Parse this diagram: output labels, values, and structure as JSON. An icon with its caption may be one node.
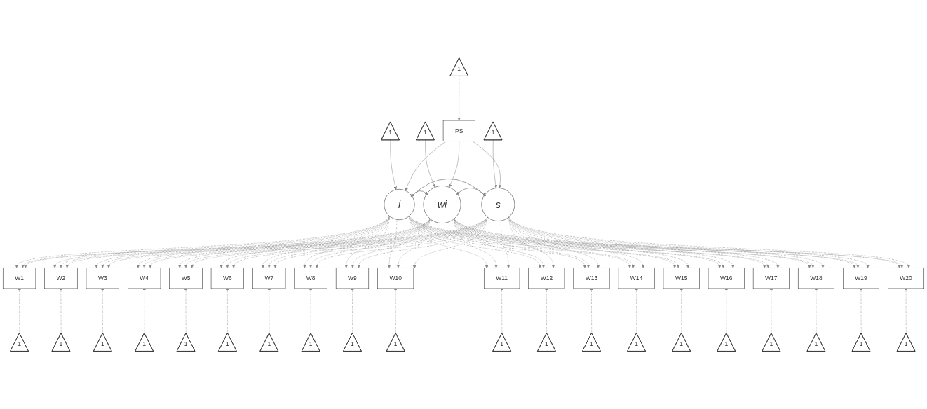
{
  "diagram": {
    "nodes": [
      {
        "text": [
          "1"
        ]
      },
      {
        "text": [
          "PS"
        ]
      },
      {
        "text": [
          "1"
        ]
      },
      {
        "text": [
          "i"
        ]
      },
      {
        "text": [
          "wi"
        ]
      },
      {
        "text": [
          "1"
        ]
      },
      {
        "text": [
          "s"
        ]
      },
      {
        "text": [
          "1"
        ]
      },
      {
        "text": [
          "W1"
        ]
      },
      {
        "text": [
          "W2"
        ]
      },
      {
        "text": [
          "W3"
        ]
      },
      {
        "text": [
          "W4"
        ]
      },
      {
        "text": [
          "W5"
        ]
      },
      {
        "text": [
          "W6"
        ]
      },
      {
        "text": [
          "W7"
        ]
      },
      {
        "text": [
          "W8"
        ]
      },
      {
        "text": [
          "W9"
        ]
      },
      {
        "text": [
          "W10"
        ]
      },
      {
        "text": [
          "W11"
        ]
      },
      {
        "text": [
          "W12"
        ]
      },
      {
        "text": [
          "W13"
        ]
      },
      {
        "text": [
          "W14"
        ]
      },
      {
        "text": [
          "W15"
        ]
      },
      {
        "text": [
          "W16"
        ]
      },
      {
        "text": [
          "W17"
        ]
      },
      {
        "text": [
          "W18"
        ]
      },
      {
        "text": [
          "W19"
        ]
      },
      {
        "text": [
          "W20"
        ]
      },
      {
        "text": [
          "1"
        ]
      },
      {
        "text": [
          "1"
        ]
      },
      {
        "text": [
          "1"
        ]
      },
      {
        "text": [
          "1"
        ]
      },
      {
        "text": [
          "1"
        ]
      },
      {
        "text": [
          "1"
        ]
      },
      {
        "text": [
          "1"
        ]
      },
      {
        "text": [
          "1"
        ]
      },
      {
        "text": [
          "1"
        ]
      },
      {
        "text": [
          "1"
        ]
      },
      {
        "text": [
          "1"
        ]
      },
      {
        "text": [
          "1"
        ]
      },
      {
        "text": [
          "1"
        ]
      },
      {
        "text": [
          "1"
        ]
      },
      {
        "text": [
          "1"
        ]
      },
      {
        "text": [
          "1"
        ]
      },
      {
        "text": [
          "1"
        ]
      },
      {
        "text": [
          "1"
        ]
      },
      {
        "text": [
          "1"
        ]
      },
      {
        "text": [
          "1"
        ]
      }
    ],
    "edges": [
      {
        "from": 0,
        "to": 1,
        "arrow": "to",
        "style": "dashed"
      },
      {
        "from": 2,
        "to": 3,
        "arrow": "to"
      },
      {
        "from": 5,
        "to": 4,
        "arrow": "to"
      },
      {
        "from": 7,
        "to": 6,
        "arrow": "to"
      },
      {
        "from": 1,
        "to": 3,
        "arrow": "to"
      },
      {
        "from": 1,
        "to": 4,
        "arrow": "to"
      },
      {
        "from": 1,
        "to": 6,
        "arrow": "to"
      },
      {
        "from": 3,
        "to": 4,
        "arrow": "both"
      },
      {
        "from": 3,
        "to": 6,
        "arrow": "both"
      },
      {
        "from": 4,
        "to": 6,
        "arrow": "both"
      },
      {
        "from": 3,
        "to": 8,
        "arrow": "to",
        "style": "dashed"
      },
      {
        "from": 3,
        "to": 9,
        "arrow": "to",
        "style": "dashed"
      },
      {
        "from": 3,
        "to": 10,
        "arrow": "to",
        "style": "dashed"
      },
      {
        "from": 3,
        "to": 11,
        "arrow": "to",
        "style": "dashed"
      },
      {
        "from": 3,
        "to": 12,
        "arrow": "to",
        "style": "dashed"
      },
      {
        "from": 3,
        "to": 13,
        "arrow": "to",
        "style": "dashed"
      },
      {
        "from": 3,
        "to": 14,
        "arrow": "to",
        "style": "dashed"
      },
      {
        "from": 3,
        "to": 15,
        "arrow": "to",
        "style": "dashed"
      },
      {
        "from": 3,
        "to": 16,
        "arrow": "to",
        "style": "dashed"
      },
      {
        "from": 3,
        "to": 17,
        "arrow": "to",
        "style": "dashed"
      },
      {
        "from": 3,
        "to": 18,
        "arrow": "to",
        "style": "dashed"
      },
      {
        "from": 3,
        "to": 19,
        "arrow": "to",
        "style": "dashed"
      },
      {
        "from": 3,
        "to": 20,
        "arrow": "to",
        "style": "dashed"
      },
      {
        "from": 3,
        "to": 21,
        "arrow": "to",
        "style": "dashed"
      },
      {
        "from": 3,
        "to": 22,
        "arrow": "to",
        "style": "dashed"
      },
      {
        "from": 3,
        "to": 23,
        "arrow": "to",
        "style": "dashed"
      },
      {
        "from": 3,
        "to": 24,
        "arrow": "to",
        "style": "dashed"
      },
      {
        "from": 3,
        "to": 25,
        "arrow": "to",
        "style": "dashed"
      },
      {
        "from": 3,
        "to": 26,
        "arrow": "to",
        "style": "dashed"
      },
      {
        "from": 3,
        "to": 27,
        "arrow": "to",
        "style": "dashed"
      },
      {
        "from": 4,
        "to": 8,
        "arrow": "to",
        "style": "dashed"
      },
      {
        "from": 4,
        "to": 9,
        "arrow": "to",
        "style": "dashed"
      },
      {
        "from": 4,
        "to": 10,
        "arrow": "to",
        "style": "dashed"
      },
      {
        "from": 4,
        "to": 11,
        "arrow": "to",
        "style": "dashed"
      },
      {
        "from": 4,
        "to": 12,
        "arrow": "to",
        "style": "dashed"
      },
      {
        "from": 4,
        "to": 13,
        "arrow": "to",
        "style": "dashed"
      },
      {
        "from": 4,
        "to": 14,
        "arrow": "to",
        "style": "dashed"
      },
      {
        "from": 4,
        "to": 15,
        "arrow": "to",
        "style": "dashed"
      },
      {
        "from": 4,
        "to": 16,
        "arrow": "to",
        "style": "dashed"
      },
      {
        "from": 4,
        "to": 17,
        "arrow": "to",
        "style": "dashed"
      },
      {
        "from": 4,
        "to": 18,
        "arrow": "to",
        "style": "dashed"
      },
      {
        "from": 4,
        "to": 19,
        "arrow": "to",
        "style": "dashed"
      },
      {
        "from": 4,
        "to": 20,
        "arrow": "to",
        "style": "dashed"
      },
      {
        "from": 4,
        "to": 21,
        "arrow": "to",
        "style": "dashed"
      },
      {
        "from": 4,
        "to": 22,
        "arrow": "to",
        "style": "dashed"
      },
      {
        "from": 4,
        "to": 23,
        "arrow": "to",
        "style": "dashed"
      },
      {
        "from": 4,
        "to": 24,
        "arrow": "to",
        "style": "dashed"
      },
      {
        "from": 4,
        "to": 25,
        "arrow": "to",
        "style": "dashed"
      },
      {
        "from": 4,
        "to": 26,
        "arrow": "to",
        "style": "dashed"
      },
      {
        "from": 4,
        "to": 27,
        "arrow": "to",
        "style": "dashed"
      },
      {
        "from": 6,
        "to": 8,
        "arrow": "to",
        "style": "dashed"
      },
      {
        "from": 6,
        "to": 9,
        "arrow": "to",
        "style": "dashed"
      },
      {
        "from": 6,
        "to": 10,
        "arrow": "to",
        "style": "dashed"
      },
      {
        "from": 6,
        "to": 11,
        "arrow": "to",
        "style": "dashed"
      },
      {
        "from": 6,
        "to": 12,
        "arrow": "to",
        "style": "dashed"
      },
      {
        "from": 6,
        "to": 13,
        "arrow": "to",
        "style": "dashed"
      },
      {
        "from": 6,
        "to": 14,
        "arrow": "to",
        "style": "dashed"
      },
      {
        "from": 6,
        "to": 15,
        "arrow": "to",
        "style": "dashed"
      },
      {
        "from": 6,
        "to": 16,
        "arrow": "to",
        "style": "dashed"
      },
      {
        "from": 6,
        "to": 17,
        "arrow": "to",
        "style": "dashed"
      },
      {
        "from": 6,
        "to": 18,
        "arrow": "to",
        "style": "dashed"
      },
      {
        "from": 6,
        "to": 19,
        "arrow": "to",
        "style": "dashed"
      },
      {
        "from": 6,
        "to": 20,
        "arrow": "to",
        "style": "dashed"
      },
      {
        "from": 6,
        "to": 21,
        "arrow": "to",
        "style": "dashed"
      },
      {
        "from": 6,
        "to": 22,
        "arrow": "to",
        "style": "dashed"
      },
      {
        "from": 6,
        "to": 23,
        "arrow": "to",
        "style": "dashed"
      },
      {
        "from": 6,
        "to": 24,
        "arrow": "to",
        "style": "dashed"
      },
      {
        "from": 6,
        "to": 25,
        "arrow": "to",
        "style": "dashed"
      },
      {
        "from": 6,
        "to": 26,
        "arrow": "to",
        "style": "dashed"
      },
      {
        "from": 6,
        "to": 27,
        "arrow": "to",
        "style": "dashed"
      },
      {
        "from": 28,
        "to": 8,
        "arrow": "to",
        "style": "dashed"
      },
      {
        "from": 29,
        "to": 9,
        "arrow": "to",
        "style": "dashed"
      },
      {
        "from": 30,
        "to": 10,
        "arrow": "to",
        "style": "dashed"
      },
      {
        "from": 31,
        "to": 11,
        "arrow": "to",
        "style": "dashed"
      },
      {
        "from": 32,
        "to": 12,
        "arrow": "to",
        "style": "dashed"
      },
      {
        "from": 33,
        "to": 13,
        "arrow": "to",
        "style": "dashed"
      },
      {
        "from": 34,
        "to": 14,
        "arrow": "to",
        "style": "dashed"
      },
      {
        "from": 35,
        "to": 15,
        "arrow": "to",
        "style": "dashed"
      },
      {
        "from": 36,
        "to": 16,
        "arrow": "to",
        "style": "dashed"
      },
      {
        "from": 37,
        "to": 17,
        "arrow": "to",
        "style": "dashed"
      },
      {
        "from": 38,
        "to": 18,
        "arrow": "to",
        "style": "dashed"
      },
      {
        "from": 39,
        "to": 19,
        "arrow": "to",
        "style": "dashed"
      },
      {
        "from": 40,
        "to": 20,
        "arrow": "to",
        "style": "dashed"
      },
      {
        "from": 41,
        "to": 21,
        "arrow": "to",
        "style": "dashed"
      },
      {
        "from": 42,
        "to": 22,
        "arrow": "to",
        "style": "dashed"
      },
      {
        "from": 43,
        "to": 23,
        "arrow": "to",
        "style": "dashed"
      },
      {
        "from": 44,
        "to": 24,
        "arrow": "to",
        "style": "dashed"
      },
      {
        "from": 45,
        "to": 25,
        "arrow": "to",
        "style": "dashed"
      },
      {
        "from": 46,
        "to": 26,
        "arrow": "to",
        "style": "dashed"
      },
      {
        "from": 47,
        "to": 27,
        "arrow": "to",
        "style": "dashed"
      }
    ]
  }
}
